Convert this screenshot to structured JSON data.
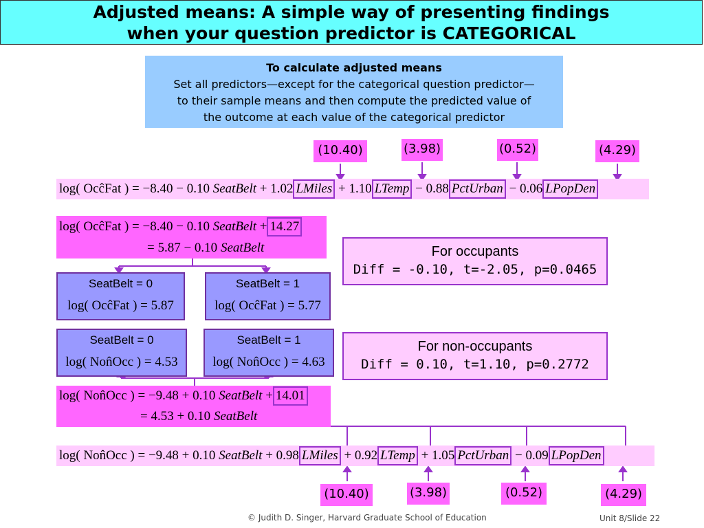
{
  "title": {
    "line1": "Adjusted means: A simple way of presenting findings",
    "line2": "when your question predictor is CATEGORICAL"
  },
  "info": {
    "heading": "To calculate adjusted means",
    "line1": "Set all predictors—except for the categorical question predictor—",
    "line2": "to their sample means and then compute the predicted value of",
    "line3": "the outcome at each value of the categorical predictor"
  },
  "occupants": {
    "means": [
      "(10.40)",
      "(3.98)",
      "(0.52)",
      "(4.29)"
    ],
    "full_eq": {
      "lhs": "log( OcĉFat ) = −8.40 − 0.10",
      "v1": "SeatBelt",
      "c1": "+ 1.02",
      "v2": "LMiles",
      "c2": "+ 1.10",
      "v3": "LTemp",
      "c3": "− 0.88",
      "v4": "PctUrban",
      "c4": "− 0.06",
      "v5": "LPopDen"
    },
    "reduced_eq": {
      "line1_lhs": "log( OcĉFat ) = −8.40 − 0.10",
      "line1_var": "SeatBelt",
      "line1_plus": "+",
      "line1_const": "14.27",
      "line2_lhs": "= 5.87 − 0.10",
      "line2_var": "SeatBelt"
    },
    "cells": [
      {
        "label": "SeatBelt",
        "eq": "= 0",
        "value": "log( OcĉFat ) = 5.87"
      },
      {
        "label": "SeatBelt",
        "eq": "= 1",
        "value": "log( OcĉFat ) = 5.77"
      }
    ],
    "result": {
      "title": "For occupants",
      "stats": "Diff = -0.10, t=-2.05, p=0.0465"
    }
  },
  "nonoccupants": {
    "cells": [
      {
        "label": "SeatBelt",
        "eq": "= 0",
        "value": "log( Non̂Occ ) = 4.53"
      },
      {
        "label": "SeatBelt",
        "eq": "= 1",
        "value": "log( Non̂Occ ) = 4.63"
      }
    ],
    "result": {
      "title": "For non-occupants",
      "stats": "Diff = 0.10, t=1.10, p=0.2772"
    },
    "reduced_eq": {
      "line1_lhs": "log( Non̂Occ ) = −9.48 + 0.10",
      "line1_var": "SeatBelt",
      "line1_plus": "+",
      "line1_const": "14.01",
      "line2_lhs": "= 4.53 + 0.10",
      "line2_var": "SeatBelt"
    },
    "full_eq": {
      "lhs": "log( Non̂Occ ) = −9.48 + 0.10",
      "v1": "SeatBelt",
      "c1": "+ 0.98",
      "v2": "LMiles",
      "c2": "+ 0.92",
      "v3": "LTemp",
      "c3": "+ 1.05",
      "v4": "PctUrban",
      "c4": "− 0.09",
      "v5": "LPopDen"
    },
    "means": [
      "(10.40)",
      "(3.98)",
      "(0.52)",
      "(4.29)"
    ]
  },
  "footer": {
    "credit": "© Judith D. Singer, Harvard Graduate School of Education",
    "slide": "Unit 8/Slide 22"
  },
  "colors": {
    "title_bg": "#66ffff",
    "info_bg": "#99ccff",
    "magenta": "#ff66ff",
    "pink": "#ffccff",
    "blue_cell": "#9999ff",
    "connector": "#9933cc"
  }
}
